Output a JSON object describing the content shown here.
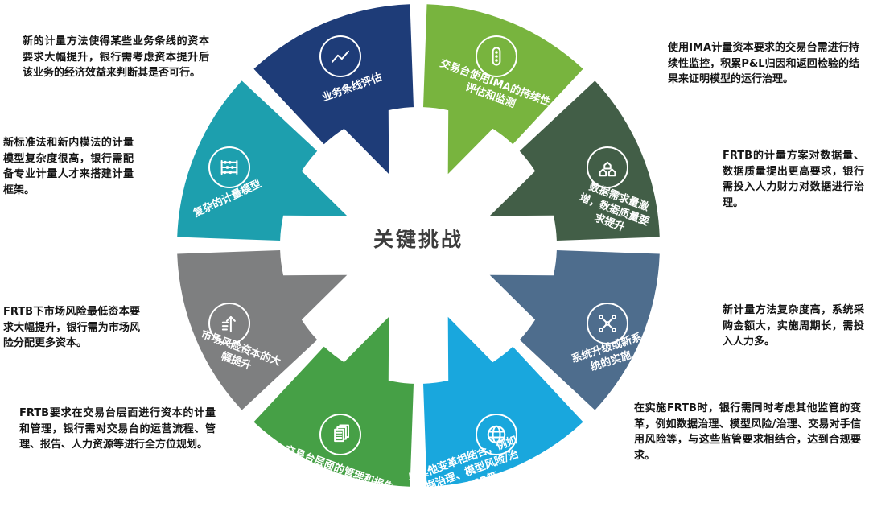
{
  "title": "关键挑战",
  "segments": [
    {
      "id": "business-line-assessment",
      "label": "业务条线评估",
      "color": "#1e3c78",
      "icon": "line-chart-icon",
      "desc": "新的计量方法使得某些业务条线的资本要求大幅提升，银行需考虑资本提升后该业务的经济效益来判断其是否可行。"
    },
    {
      "id": "ima-ongoing-monitoring",
      "label": "交易台使用IMA的持续性评估和监测",
      "color": "#78b43e",
      "icon": "traffic-light-icon",
      "desc": "使用IMA计量资本要求的交易台需进行持续性监控，积累P&L归因和返回检验的结果来证明模型的运行治理。"
    },
    {
      "id": "data-demand-and-quality",
      "label": "数据需求量激增，数据质量要求提升",
      "color": "#425e47",
      "icon": "buildings-icon",
      "desc": "FRTB的计量方案对数据量、数据质量提出更高要求，银行需投入人力财力对数据进行治理。"
    },
    {
      "id": "system-upgrade-implementation",
      "label": "系统升级或新系统的实施",
      "color": "#4e6d8d",
      "icon": "network-nodes-icon",
      "desc": "新计量方法复杂度高，系统采购金额大，实施周期长，需投入人力多。"
    },
    {
      "id": "combine-with-other-changes",
      "label": "与其他变革相结合，例如数据治理、模型风险/治理、CCR等",
      "color": "#19a7dd",
      "icon": "globe-icon",
      "desc": "在实施FRTB时，银行需同时考虑其他监管的变革，例如数据治理、模型风险/治理、交易对手信用风险等，与这些监管要求相结合，达到合规要求。"
    },
    {
      "id": "desk-level-management-reporting",
      "label": "交易台层面的管理和报告",
      "color": "#46a046",
      "icon": "documents-icon",
      "desc": "FRTB要求在交易台层面进行资本的计量和管理，银行需对交易台的运营流程、管理、报告、人力资源等进行全方位规划。"
    },
    {
      "id": "market-risk-capital-increase",
      "label": "市场风险资本的大幅提升",
      "color": "#7e7f80",
      "icon": "upward-arrow-icon",
      "desc": "FRTB下市场风险最低资本要求大幅提升，银行需为市场风险分配更多资本。"
    },
    {
      "id": "complex-measurement-models",
      "label": "复杂的计量模型",
      "color": "#1d9fae",
      "icon": "abacus-icon",
      "desc": "新标准法和新内模法的计量模型复杂度很高，银行需配备专业计量人才来搭建计量框架。"
    }
  ]
}
